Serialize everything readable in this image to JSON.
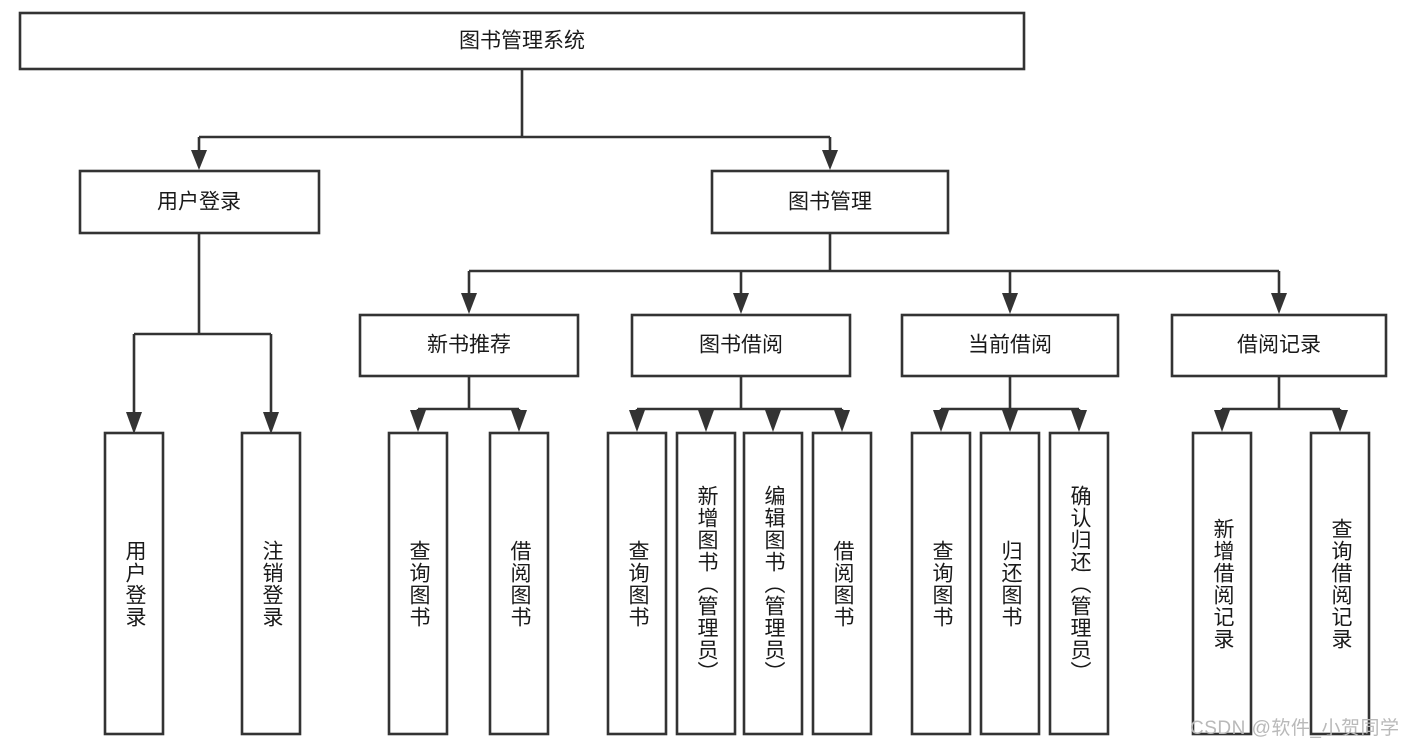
{
  "diagram": {
    "title": "图书管理系统",
    "type": "tree",
    "orientation": "top-down",
    "colors": {
      "background": "#ffffff",
      "box_stroke": "#333333",
      "box_fill": "#ffffff",
      "text": "#1a1a1a",
      "watermark": "#b9b9b9"
    },
    "root": {
      "label": "图书管理系统"
    },
    "level1": [
      {
        "label": "用户登录"
      },
      {
        "label": "图书管理"
      }
    ],
    "level2": [
      {
        "label": "新书推荐"
      },
      {
        "label": "图书借阅"
      },
      {
        "label": "当前借阅"
      },
      {
        "label": "借阅记录"
      }
    ],
    "leaves": {
      "user_login": [
        {
          "label": "用户登录"
        },
        {
          "label": "注销登录"
        }
      ],
      "new_book_recommend": [
        {
          "label": "查询图书"
        },
        {
          "label": "借阅图书"
        }
      ],
      "book_borrow": [
        {
          "label": "查询图书"
        },
        {
          "label": "新增图书（管理员）"
        },
        {
          "label": "编辑图书（管理员）"
        },
        {
          "label": "借阅图书"
        }
      ],
      "current_borrow": [
        {
          "label": "查询图书"
        },
        {
          "label": "归还图书"
        },
        {
          "label": "确认归还（管理员）"
        }
      ],
      "borrow_record": [
        {
          "label": "新增借阅记录"
        },
        {
          "label": "查询借阅记录"
        }
      ]
    }
  },
  "watermark": {
    "text": "CSDN @软件_小贺同学"
  }
}
